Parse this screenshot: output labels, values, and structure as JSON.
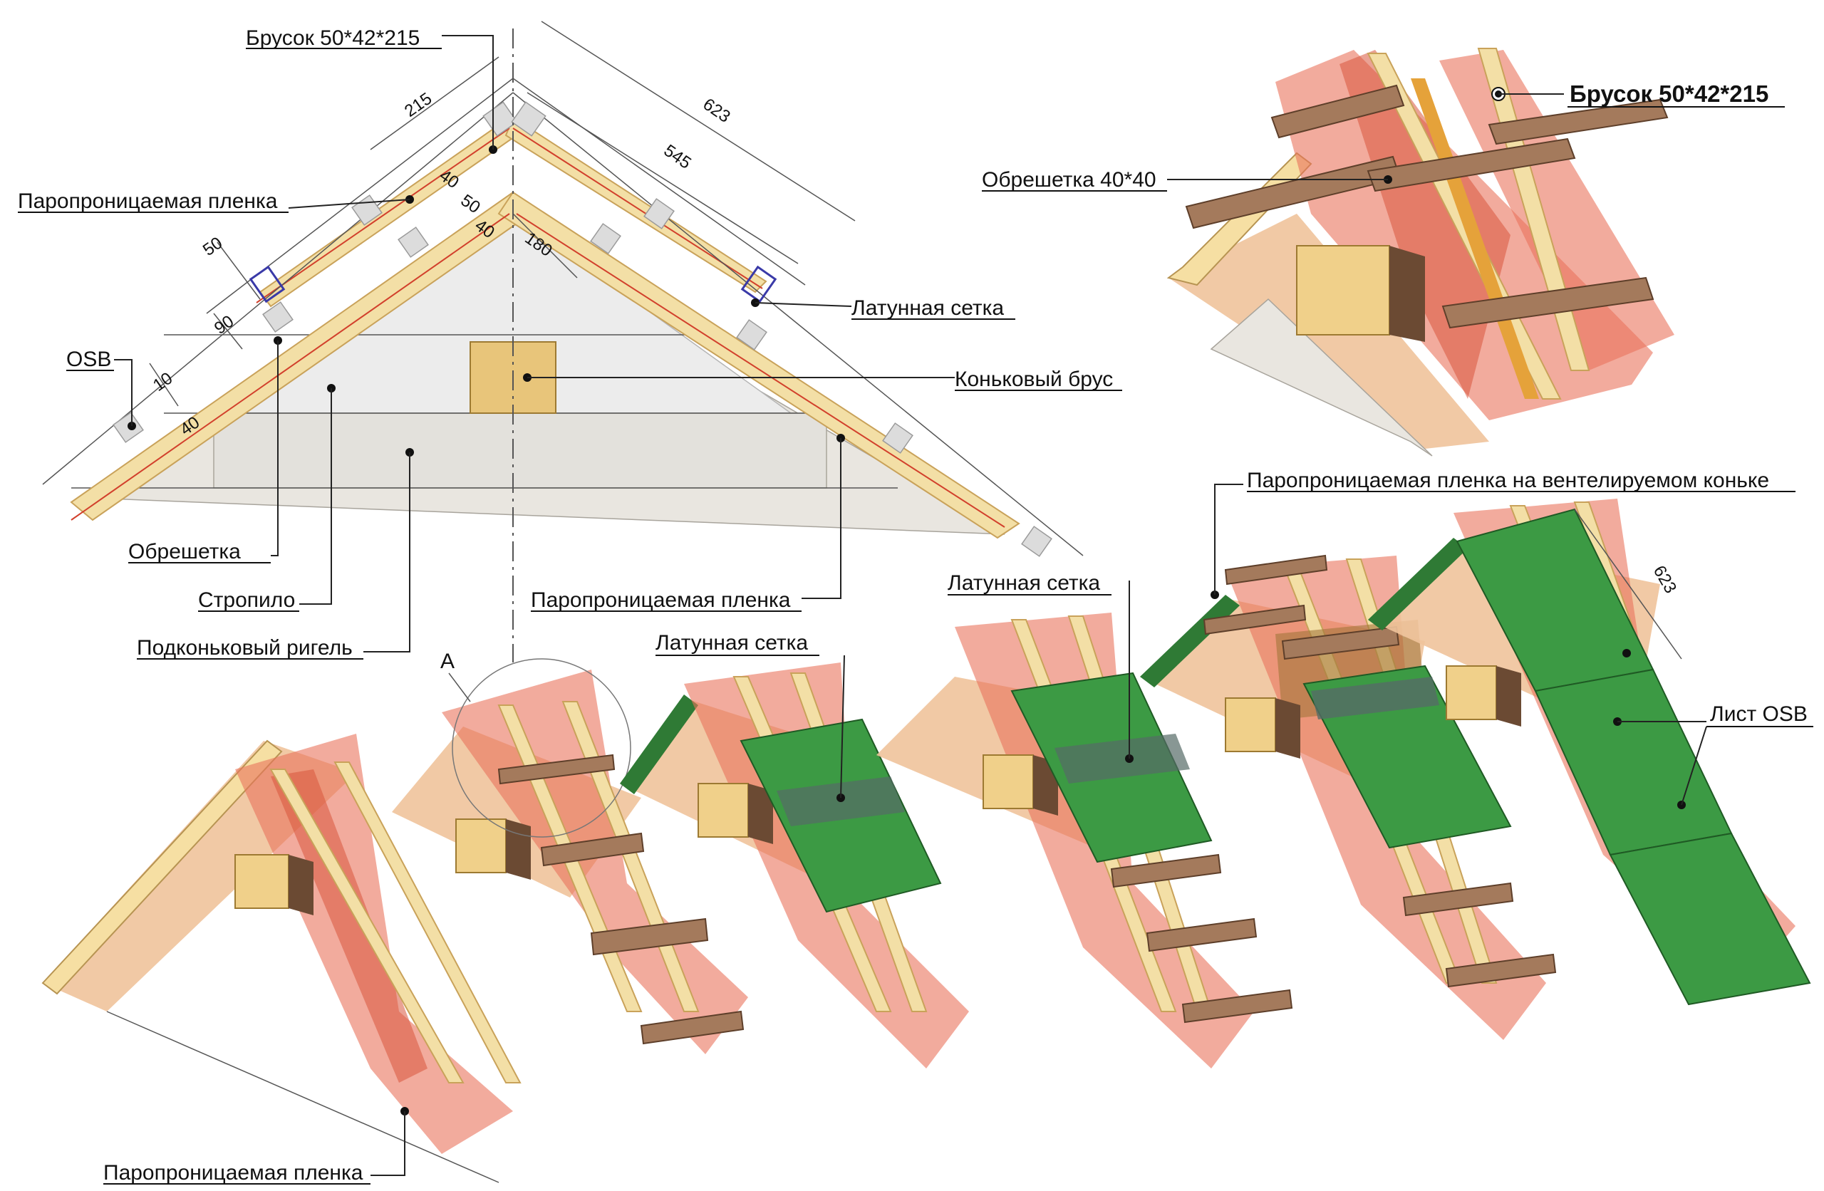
{
  "labels": {
    "brusok_top": "Брусок 50*42*215",
    "parop_left": "Паропроницаемая пленка",
    "osb": "OSB",
    "obreshetka": "Обрешетка",
    "stropilo": "Стропило",
    "podkonk": "Подконьковый ригель",
    "latun_right": "Латунная сетка",
    "konk_brus": "Коньковый брус",
    "parop_center": "Паропроницаемая пленка",
    "brusok_detail": "Брусок 50*42*215",
    "obresh_detail": "Обрешетка 40*40",
    "parop_vent": "Паропроницаемая пленка на вентелируемом коньке",
    "latun_mid": "Латунная сетка",
    "latun_low": "Латунная сетка",
    "list_osb": "Лист OSB",
    "parop_bottom": "Паропроницаемая пленка",
    "detail_a": "A"
  },
  "dimensions": {
    "d215": "215",
    "d623": "623",
    "d545": "545",
    "d40a": "40",
    "d50a": "50",
    "d40b": "40",
    "d180": "180",
    "d50b": "50",
    "d90": "90",
    "d10": "10",
    "d40c": "40",
    "d623b": "623"
  },
  "colors": {
    "film": "#e9735b",
    "osb": "#3c9a44",
    "wood": "#f3dfa6",
    "batten": "#a47a5c"
  }
}
